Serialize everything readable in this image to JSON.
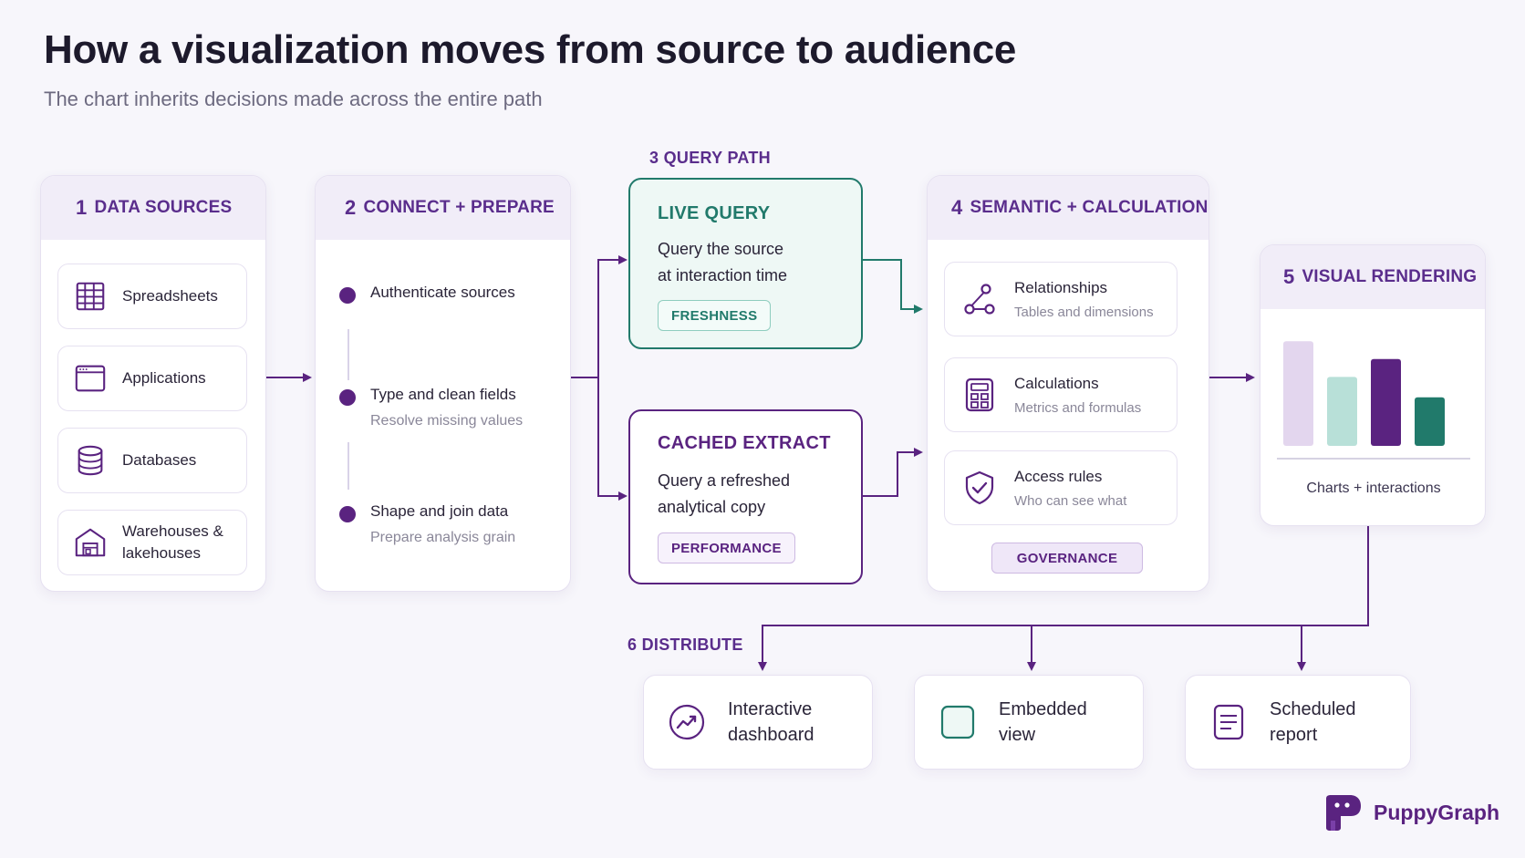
{
  "title": "How a visualization moves from source to audience",
  "subtitle": "The chart inherits decisions made across the entire path",
  "colors": {
    "primary": "#5a2380",
    "teal": "#217a6b",
    "teal_light": "#eaf6f3",
    "lavender": "#f1edf8"
  },
  "data_sources": {
    "num": "1",
    "title": "DATA SOURCES",
    "items": [
      {
        "label": "Spreadsheets",
        "icon": "spreadsheet-icon"
      },
      {
        "label": "Applications",
        "icon": "app-window-icon"
      },
      {
        "label": "Databases",
        "icon": "database-icon"
      },
      {
        "label": "Warehouses & lakehouses",
        "icon": "warehouse-icon"
      }
    ]
  },
  "connect_prepare": {
    "num": "2",
    "title": "CONNECT + PREPARE",
    "steps": [
      {
        "main": "Authenticate sources",
        "sub": ""
      },
      {
        "main": "Type and clean fields",
        "sub": "Resolve missing values"
      },
      {
        "main": "Shape and join data",
        "sub": "Prepare analysis grain"
      }
    ]
  },
  "query_path": {
    "num": "3",
    "title": "QUERY PATH",
    "live": {
      "title": "LIVE QUERY",
      "line1": "Query the source",
      "line2": "at interaction time",
      "tag": "FRESHNESS"
    },
    "cached": {
      "title": "CACHED EXTRACT",
      "line1": "Query a refreshed",
      "line2": "analytical copy",
      "tag": "PERFORMANCE"
    }
  },
  "semantic": {
    "num": "4",
    "title": "SEMANTIC + CALCULATION",
    "items": [
      {
        "main": "Relationships",
        "sub": "Tables and dimensions",
        "icon": "relationships-icon"
      },
      {
        "main": "Calculations",
        "sub": "Metrics and formulas",
        "icon": "calculator-icon"
      },
      {
        "main": "Access rules",
        "sub": "Who can see what",
        "icon": "shield-check-icon"
      }
    ],
    "tag": "GOVERNANCE"
  },
  "visual": {
    "num": "5",
    "title": "VISUAL RENDERING",
    "caption": "Charts + interactions",
    "bar_levels": [
      0.82,
      0.54,
      0.68,
      0.38
    ],
    "bar_colors": [
      "#e3d6ee",
      "#b8e0d8",
      "#5a2380",
      "#217a6b"
    ]
  },
  "distribute": {
    "num": "6",
    "title": "DISTRIBUTE",
    "items": [
      {
        "line1": "Interactive",
        "line2": "dashboard",
        "icon": "trend-chart-icon"
      },
      {
        "line1": "Embedded",
        "line2": "view",
        "icon": "embed-square-icon"
      },
      {
        "line1": "Scheduled",
        "line2": "report",
        "icon": "report-document-icon"
      }
    ]
  },
  "brand": {
    "name": "PuppyGraph",
    "icon": "puppygraph-logo"
  }
}
